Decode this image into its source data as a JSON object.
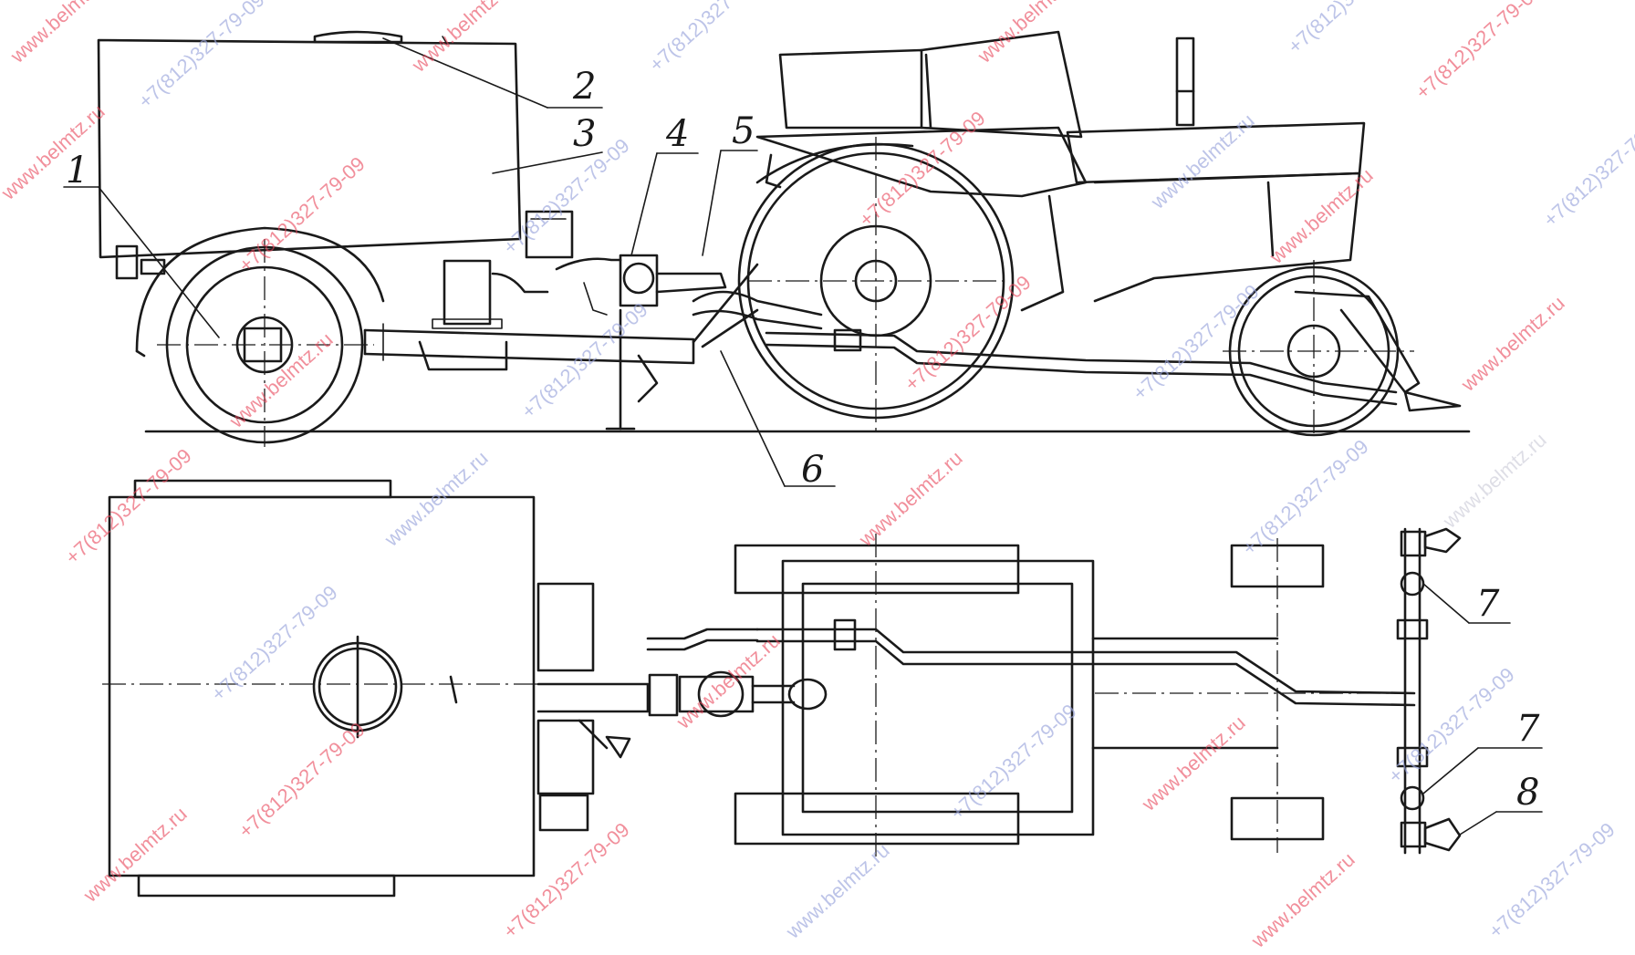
{
  "callouts": [
    {
      "id": "1",
      "label": "1"
    },
    {
      "id": "2",
      "label": "2"
    },
    {
      "id": "3",
      "label": "3"
    },
    {
      "id": "4",
      "label": "4"
    },
    {
      "id": "5",
      "label": "5"
    },
    {
      "id": "6",
      "label": "6"
    },
    {
      "id": "7a",
      "label": "7"
    },
    {
      "id": "7b",
      "label": "7"
    },
    {
      "id": "8",
      "label": "8"
    }
  ],
  "watermarks": {
    "site": "www.belmtz.ru",
    "phone": "+7(812)327-79-09"
  },
  "colors": {
    "line": "#1a1a1a",
    "watermark_red": "#e8455a",
    "watermark_blue": "#9aa5dc",
    "watermark_gray": "#c9c9d6"
  }
}
